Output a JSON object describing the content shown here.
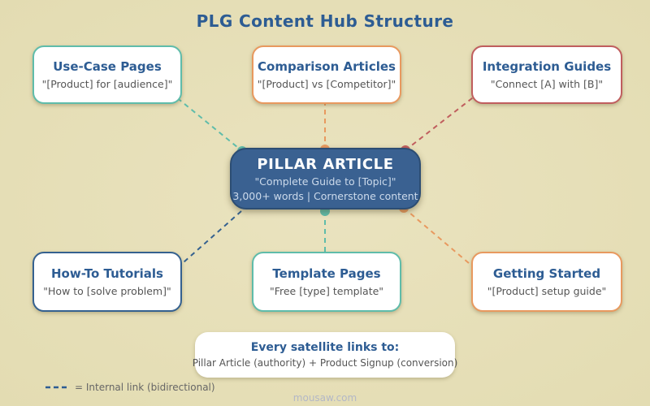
{
  "title": "PLG Content Hub Structure",
  "center": {
    "title": "PILLAR ARTICLE",
    "subtitle": "\"Complete Guide to [Topic]\"",
    "meta": "3,000+ words | Cornerstone content",
    "fill": "#3a6191",
    "border": "#2c4d73"
  },
  "satellites": [
    {
      "title": "Use-Case Pages",
      "subtitle": "\"[Product] for [audience]\"",
      "accent": "#5fbcaa"
    },
    {
      "title": "Comparison Articles",
      "subtitle": "\"[Product] vs [Competitor]\"",
      "accent": "#e8995f"
    },
    {
      "title": "Integration Guides",
      "subtitle": "\"Connect [A] with [B]\"",
      "accent": "#c05e5e"
    },
    {
      "title": "How-To Tutorials",
      "subtitle": "\"How to [solve problem]\"",
      "accent": "#35618f"
    },
    {
      "title": "Template Pages",
      "subtitle": "\"Free [type] template\"",
      "accent": "#5fbcaa"
    },
    {
      "title": "Getting Started",
      "subtitle": "\"[Product] setup guide\"",
      "accent": "#e8995f"
    }
  ],
  "banner": {
    "title": "Every satellite links to:",
    "subtitle": "Pillar Article (authority) + Product Signup (conversion)"
  },
  "legend": {
    "label": "= Internal link (bidirectional)",
    "dash_color": "#2d5c93"
  },
  "watermark": "mousaw.com",
  "colors": {
    "background": "#e8e1ba",
    "heading": "#2d5c93",
    "subtitle_text": "#555555"
  }
}
